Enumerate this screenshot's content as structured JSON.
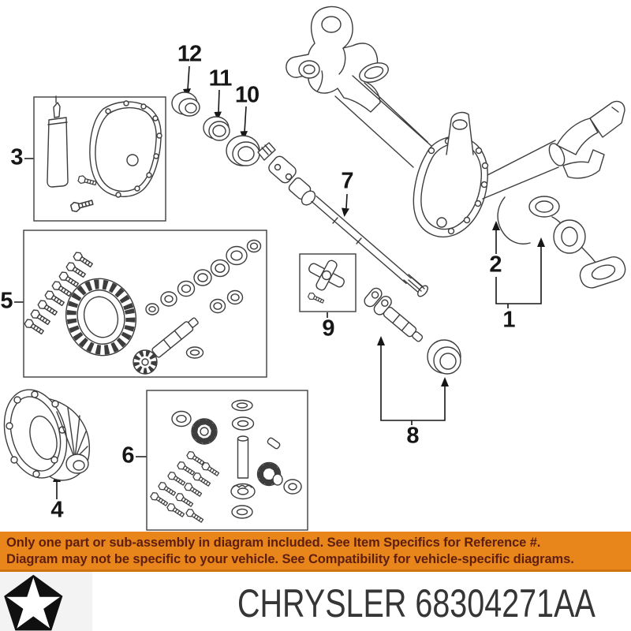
{
  "callouts": {
    "c1": "1",
    "c2": "2",
    "c3": "3",
    "c4": "4",
    "c5": "5",
    "c6": "6",
    "c7": "7",
    "c8": "8",
    "c9": "9",
    "c10": "10",
    "c11": "11",
    "c12": "12"
  },
  "banner": {
    "line1": "Only one part or sub-assembly in diagram included. See Item Specifics for Reference #.",
    "line2": "Diagram may not be specific to your vehicle. See Compatibility for vehicle-specific diagrams.",
    "bg_color": "#E8861C",
    "text_color": "#5E1E10"
  },
  "footer": {
    "brand_text": "CHRYSLER 68304271AA",
    "logo_icon": "chrysler-pentastar-logo",
    "logo_color": "#101010",
    "text_color": "#363636"
  }
}
